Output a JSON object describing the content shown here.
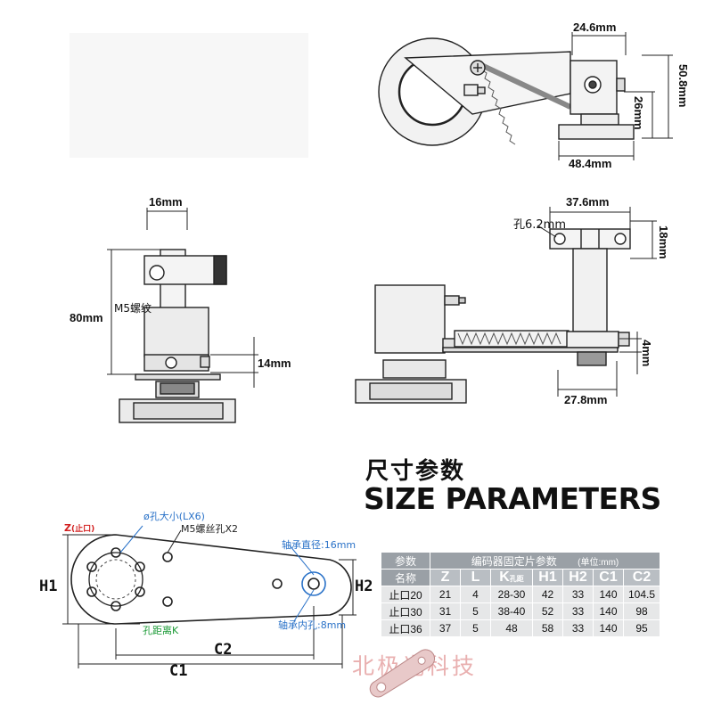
{
  "views": {
    "top_right": {
      "dim_width": "24.6mm",
      "dim_height_total": "50.8mm",
      "dim_height_base": "26mm",
      "dim_base_width": "48.4mm"
    },
    "left_side": {
      "dim_top": "16mm",
      "dim_height": "80mm",
      "dim_small": "14mm",
      "thread_label": "M5螺纹"
    },
    "right_side": {
      "dim_top": "37.6mm",
      "hole_label": "孔6.2mm",
      "dim_right": "18mm",
      "dim_bottom": "27.8mm",
      "dim_plate": "4mm"
    }
  },
  "heading": {
    "cn": "尺寸参数",
    "en": "SIZE PARAMETERS"
  },
  "plate_drawing": {
    "label_z": "Z",
    "label_z_sub": "(止口)",
    "hole_size": "ø孔大小(LX6)",
    "screw_holes": "M5螺丝孔X2",
    "bearing_od": "轴承直径:16mm",
    "bearing_id": "轴承内孔:8mm",
    "hole_distance": "孔距离K",
    "h1": "H1",
    "h2": "H2",
    "c1": "C1",
    "c2": "C2"
  },
  "table": {
    "header_left": "参数",
    "header_title": "编码器固定片参数",
    "header_unit": "(单位:mm)",
    "name_label": "名称",
    "columns": [
      "Z",
      "L",
      "K",
      "H1",
      "H2",
      "C1",
      "C2"
    ],
    "k_sub": "孔距",
    "rows": [
      {
        "name": "止口20",
        "values": [
          "21",
          "4",
          "28-30",
          "42",
          "33",
          "140",
          "104.5"
        ]
      },
      {
        "name": "止口30",
        "values": [
          "31",
          "5",
          "38-40",
          "52",
          "33",
          "140",
          "98"
        ]
      },
      {
        "name": "止口36",
        "values": [
          "37",
          "5",
          "48",
          "58",
          "33",
          "140",
          "95"
        ]
      }
    ]
  },
  "watermark": "北极光科技",
  "colors": {
    "accent_blue": "#2a72c8",
    "accent_red": "#d21f1f",
    "accent_green": "#1a9a35",
    "table_header": "#9aa0a6",
    "table_cell": "#e6e7e8"
  }
}
